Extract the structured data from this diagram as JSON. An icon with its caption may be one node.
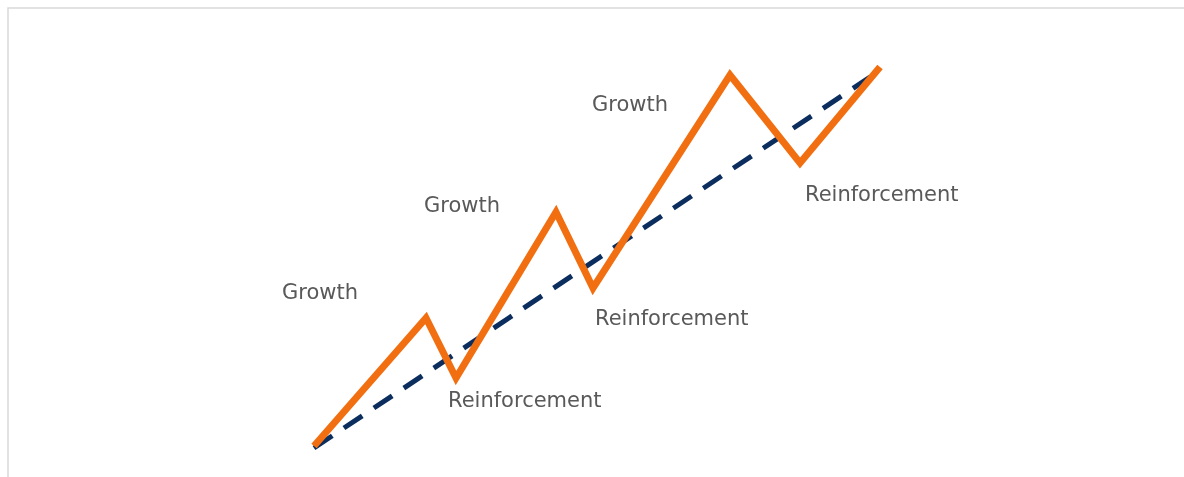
{
  "diagram": {
    "labels": [
      "Growth",
      "Reinforcement",
      "Growth",
      "Growth",
      "Reinforcement",
      "Reinforcement"
    ]
  }
}
